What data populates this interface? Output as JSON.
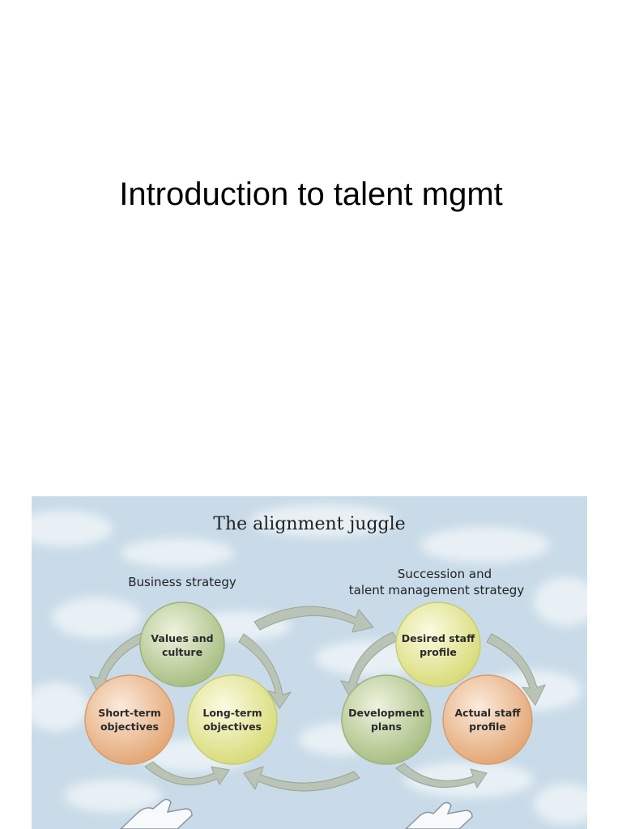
{
  "slide": {
    "title": "Introduction to talent mgmt"
  },
  "figure": {
    "title": "The alignment juggle",
    "left_heading": "Business strategy",
    "right_heading_line1": "Succession and",
    "right_heading_line2": "talent management strategy",
    "bubbles": {
      "values_culture": [
        "Values and",
        "culture"
      ],
      "short_term": [
        "Short-term",
        "objectives"
      ],
      "long_term": [
        "Long-term",
        "objectives"
      ],
      "desired_profile": [
        "Desired staff",
        "profile"
      ],
      "development_plans": [
        "Development",
        "plans"
      ],
      "actual_profile": [
        "Actual staff",
        "profile"
      ]
    },
    "colors": {
      "sky": "#c9dbe8",
      "cloud": "#eef4f8",
      "green_bubble": "#c6d6a6",
      "orange_bubble": "#f3cda8",
      "yellow_bubble": "#eef0a8",
      "arrow": "#b9c3b6"
    }
  }
}
